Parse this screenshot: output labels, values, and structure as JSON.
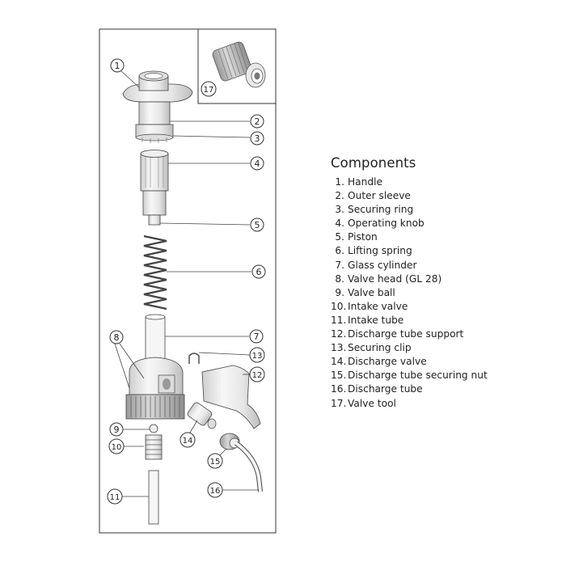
{
  "legend": {
    "title": "Components",
    "items": [
      {
        "number": "1.",
        "label": "Handle"
      },
      {
        "number": "2.",
        "label": "Outer sleeve"
      },
      {
        "number": "3.",
        "label": "Securing ring"
      },
      {
        "number": "4.",
        "label": "Operating knob"
      },
      {
        "number": "5.",
        "label": "Piston"
      },
      {
        "number": "6.",
        "label": "Lifting spring"
      },
      {
        "number": "7.",
        "label": "Glass cylinder"
      },
      {
        "number": "8.",
        "label": "Valve head (GL 28)"
      },
      {
        "number": "9.",
        "label": "Valve ball"
      },
      {
        "number": "10.",
        "label": "Intake valve"
      },
      {
        "number": "11.",
        "label": "Intake tube"
      },
      {
        "number": "12.",
        "label": "Discharge tube support"
      },
      {
        "number": "13.",
        "label": "Securing clip"
      },
      {
        "number": "14.",
        "label": "Discharge valve"
      },
      {
        "number": "15.",
        "label": "Discharge tube securing nut"
      },
      {
        "number": "16.",
        "label": "Discharge tube"
      },
      {
        "number": "17.",
        "label": "Valve tool"
      }
    ]
  },
  "callouts": [
    "1",
    "2",
    "3",
    "4",
    "5",
    "6",
    "7",
    "8",
    "9",
    "10",
    "11",
    "12",
    "13",
    "14",
    "15",
    "16",
    "17"
  ]
}
